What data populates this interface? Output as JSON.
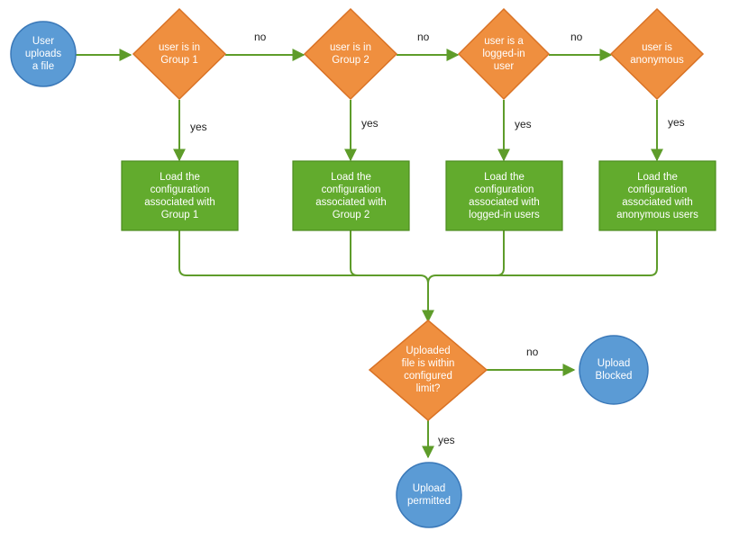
{
  "colors": {
    "start_fill": "#5b9bd5",
    "start_stroke": "#3a78b8",
    "decision_fill": "#ef8f3f",
    "decision_stroke": "#d97225",
    "process_fill": "#62ab2d",
    "process_stroke": "#4c8b1f",
    "edge": "#5e9c2a",
    "text": "#ffffff"
  },
  "nodes": {
    "start": "User\nuploads\na file",
    "decision_group1": "user is in\nGroup 1",
    "decision_group2": "user is in\nGroup 2",
    "decision_logged_in": "user is a\nlogged-in\nuser",
    "decision_anonymous": "user is\nanonymous",
    "process_group1": "Load the\nconfiguration\nassociated with\nGroup 1",
    "process_group2": "Load the\nconfiguration\nassociated with\nGroup 2",
    "process_logged_in": "Load the\nconfiguration\nassociated with\nlogged-in users",
    "process_anonymous": "Load the\nconfiguration\nassociated with\nanonymous users",
    "decision_limit": "Uploaded\nfile is within\nconfigured\nlimit?",
    "end_blocked": "Upload\nBlocked",
    "end_permitted": "Upload\npermitted"
  },
  "edge_labels": {
    "no_1": "no",
    "no_2": "no",
    "no_3": "no",
    "yes_1": "yes",
    "yes_2": "yes",
    "yes_3": "yes",
    "yes_4": "yes",
    "no_limit": "no",
    "yes_limit": "yes"
  }
}
